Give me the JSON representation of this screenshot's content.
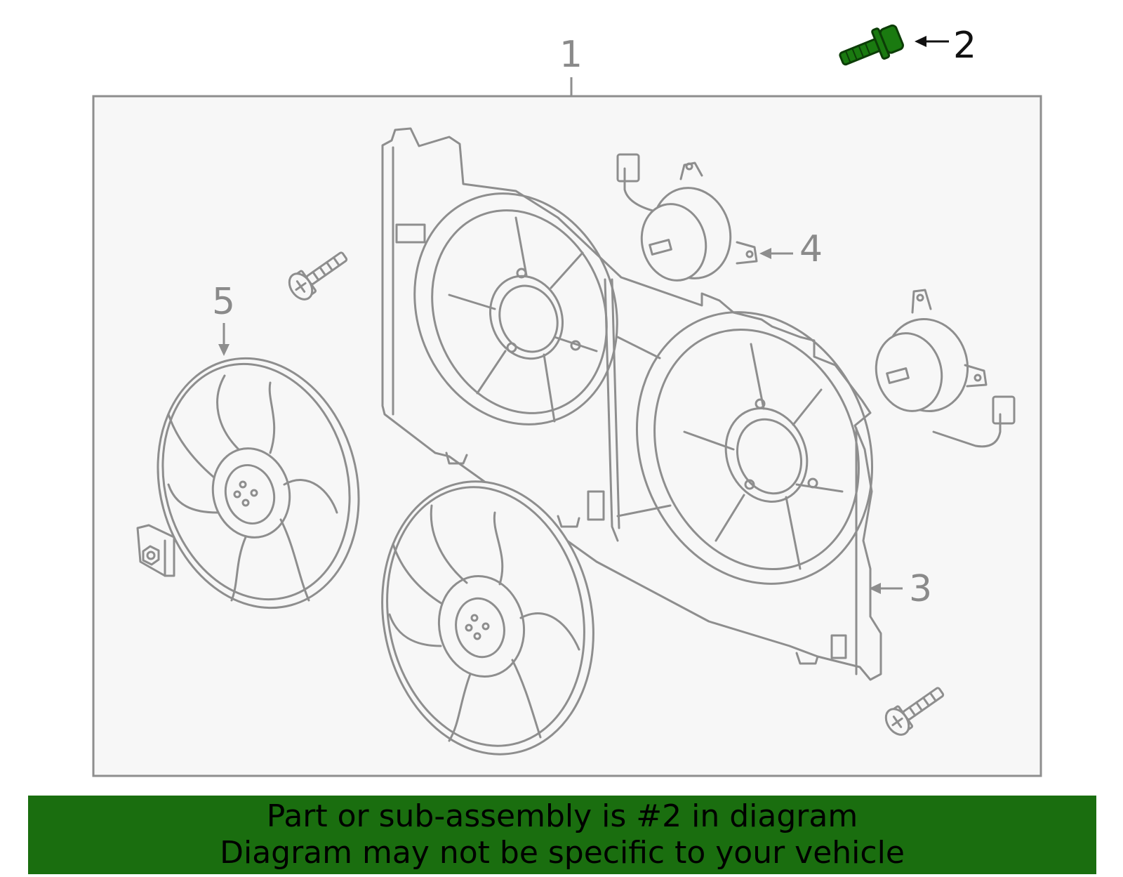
{
  "diagram": {
    "callouts": {
      "c1": "1",
      "c2": "2",
      "c3": "3",
      "c4": "4",
      "c5": "5"
    },
    "highlight_part": "2",
    "colors": {
      "line": "#8e8e8e",
      "panel": "#f7f7f7",
      "highlight": "#1a7a10",
      "banner": "#1a6e0f"
    }
  },
  "banner": {
    "line1": "Part or sub-assembly is #2 in diagram",
    "line2": "Diagram may not be specific to your vehicle"
  }
}
